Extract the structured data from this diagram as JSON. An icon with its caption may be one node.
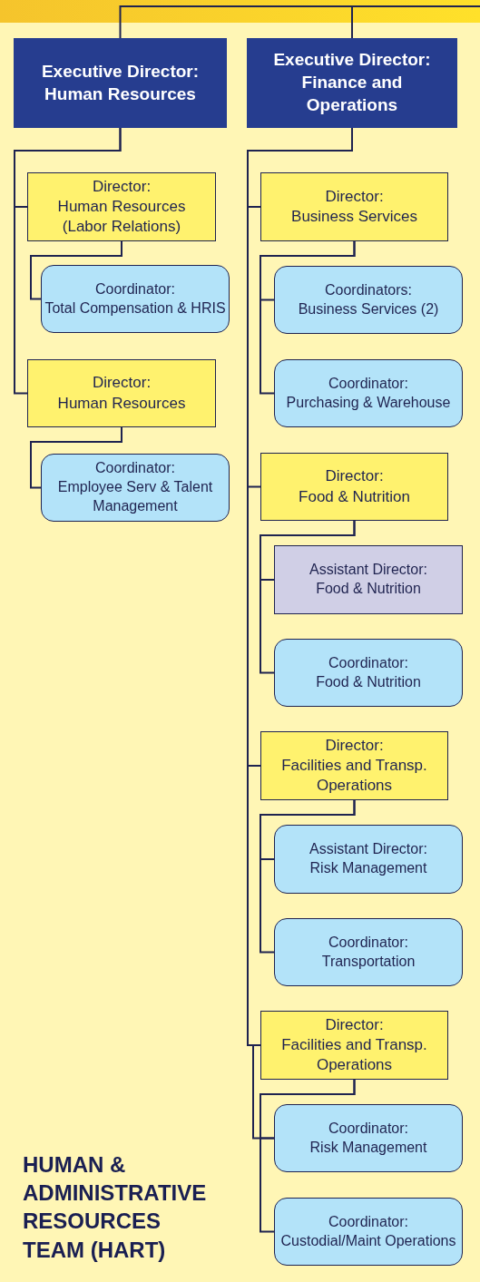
{
  "diagram": {
    "title": "HUMAN & ADMINISTRATIVE RESOURCES TEAM (HART)",
    "nodes": [
      {
        "text": [],
        "shape": "bar"
      },
      {
        "text": [
          "Executive Director: Human Resources"
        ]
      },
      {
        "text": [
          "Executive Director: Finance and Operations"
        ]
      },
      {
        "text": [
          "Director: Human Resources (Labor Relations)"
        ]
      },
      {
        "text": [
          "Coordinator: Total Compensation & HRIS"
        ]
      },
      {
        "text": [
          "Director: Human Resources"
        ]
      },
      {
        "text": [
          "Coordinator: Employee Serv & Talent Management"
        ]
      },
      {
        "text": [
          "Director: Business Services"
        ]
      },
      {
        "text": [
          "Coordinators: Business Services (2)"
        ]
      },
      {
        "text": [
          "Coordinator: Purchasing & Warehouse"
        ]
      },
      {
        "text": [
          "Director: Food & Nutrition"
        ]
      },
      {
        "text": [
          "Assistant Director: Food & Nutrition"
        ]
      },
      {
        "text": [
          "Coordinator: Food & Nutrition"
        ]
      },
      {
        "text": [
          "Director: Facilities and Transp. Operations"
        ]
      },
      {
        "text": [
          "Assistant Director: Risk Management"
        ]
      },
      {
        "text": [
          "Coordinator: Transportation"
        ]
      },
      {
        "text": [
          "Director: Facilities and Transp. Operations"
        ]
      },
      {
        "text": [
          "Coordinator: Risk Management"
        ]
      },
      {
        "text": [
          "Coordinator: Custodial/Maint Operations"
        ]
      }
    ],
    "edges": [
      {
        "from": 0,
        "to": 1,
        "arrow": "none"
      },
      {
        "from": 0,
        "to": 2,
        "arrow": "none"
      },
      {
        "from": 1,
        "to": 3,
        "arrow": "none"
      },
      {
        "from": 3,
        "to": 4,
        "arrow": "none"
      },
      {
        "from": 1,
        "to": 5,
        "arrow": "none"
      },
      {
        "from": 5,
        "to": 6,
        "arrow": "none"
      },
      {
        "from": 2,
        "to": 7,
        "arrow": "none"
      },
      {
        "from": 7,
        "to": 8,
        "arrow": "none"
      },
      {
        "from": 7,
        "to": 9,
        "arrow": "none"
      },
      {
        "from": 2,
        "to": 10,
        "arrow": "none"
      },
      {
        "from": 10,
        "to": 11,
        "arrow": "none"
      },
      {
        "from": 10,
        "to": 12,
        "arrow": "none"
      },
      {
        "from": 2,
        "to": 13,
        "arrow": "none"
      },
      {
        "from": 13,
        "to": 14,
        "arrow": "none"
      },
      {
        "from": 13,
        "to": 15,
        "arrow": "none"
      },
      {
        "from": 2,
        "to": 16,
        "arrow": "none"
      },
      {
        "from": 2,
        "to": 17,
        "arrow": "none"
      },
      {
        "from": 16,
        "to": 17,
        "arrow": "none"
      },
      {
        "from": 16,
        "to": 18,
        "arrow": "none"
      }
    ]
  }
}
